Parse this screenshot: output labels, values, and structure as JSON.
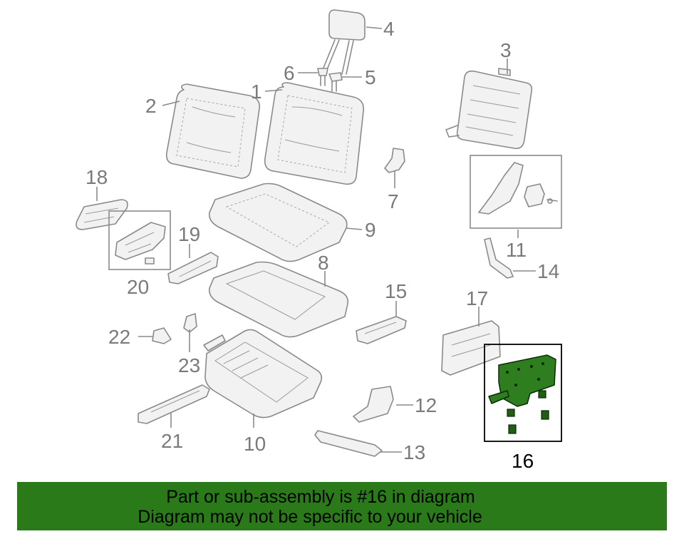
{
  "diagram": {
    "callouts": [
      "1",
      "2",
      "3",
      "4",
      "5",
      "6",
      "7",
      "8",
      "9",
      "10",
      "11",
      "12",
      "13",
      "14",
      "15",
      "16",
      "17",
      "18",
      "19",
      "20",
      "21",
      "22",
      "23"
    ],
    "highlighted_part": "16",
    "colors": {
      "highlight": "#2e7d1f",
      "line": "#8a8a8a",
      "banner": "#2b7a1a"
    }
  },
  "banner": {
    "line1": "Part or sub-assembly is #16 in diagram",
    "line2": "Diagram may not be specific to your vehicle"
  }
}
